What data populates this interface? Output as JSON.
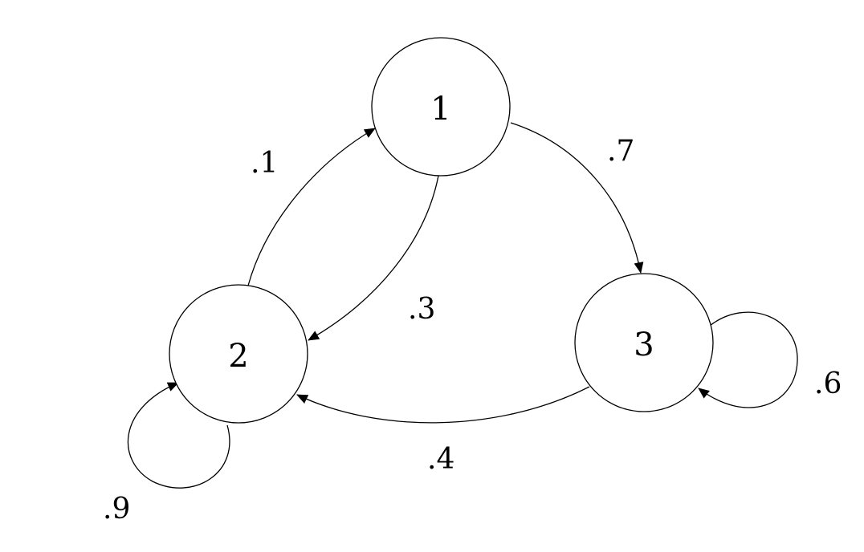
{
  "nodes": [
    {
      "id": "1",
      "label": "1"
    },
    {
      "id": "2",
      "label": "2"
    },
    {
      "id": "3",
      "label": "3"
    }
  ],
  "edges": [
    {
      "from": "1",
      "to": "3",
      "label": ".7"
    },
    {
      "from": "1",
      "to": "2",
      "label": ".3"
    },
    {
      "from": "2",
      "to": "1",
      "label": ".1"
    },
    {
      "from": "3",
      "to": "2",
      "label": ".4"
    },
    {
      "from": "2",
      "to": "2",
      "label": ".9"
    },
    {
      "from": "3",
      "to": "3",
      "label": ".6"
    }
  ],
  "colors": {
    "stroke": "#000000",
    "background": "#ffffff"
  }
}
